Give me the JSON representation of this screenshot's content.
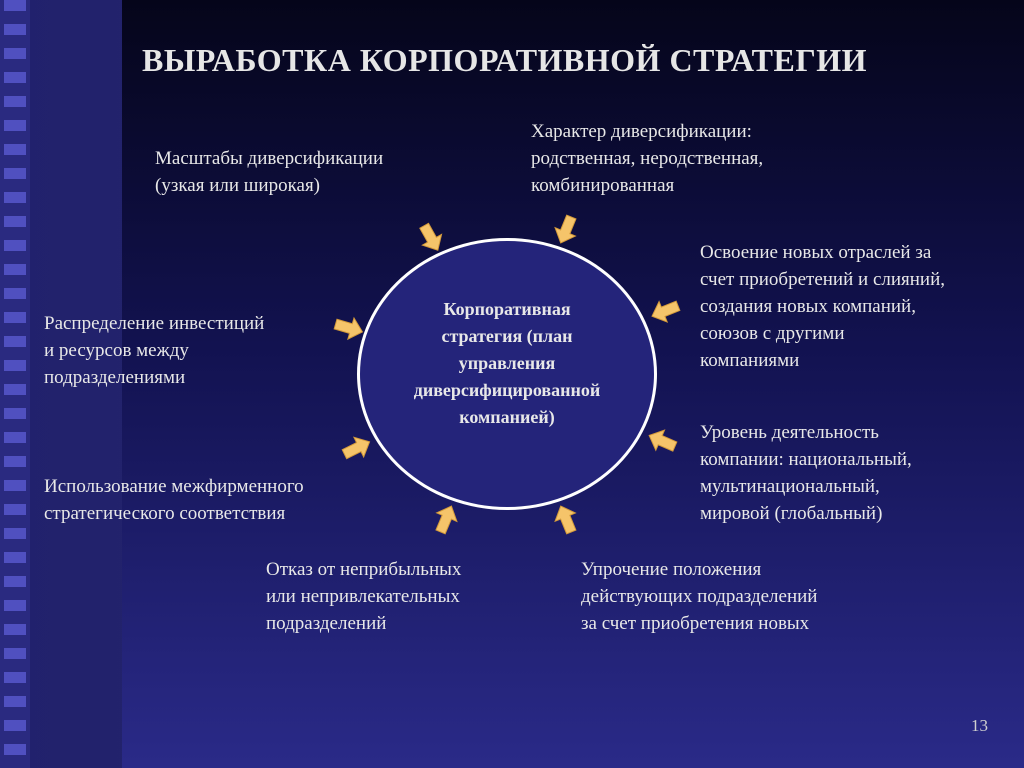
{
  "title": "ВЫРАБОТКА КОРПОРАТИВНОЙ СТРАТЕГИИ",
  "center": "Корпоративная\nстратегия (план\nуправления\nдиверсифицированной\nкомпанией)",
  "annotations": [
    "Масштабы диверсификации\n(узкая или широкая)",
    "Характер диверсификации:\nродственная, неродственная,\nкомбинированная",
    "Освоение новых отраслей за\nсчет приобретений и слияний,\nсоздания новых компаний,\nсоюзов с другими\nкомпаниями",
    "Распределение инвестиций\nи ресурсов между\nподразделениями",
    "Уровень деятельность\nкомпании: национальный,\nмультинациональный,\nмировой (глобальный)",
    "Использование межфирменного\nстратегического соответствия",
    "Отказ от неприбыльных\nили непривлекательных\nподразделений",
    "Упрочение положения\nдействующих подразделений\nза счет приобретения новых"
  ],
  "page_number": "13",
  "colors": {
    "arrow_fill": "#f5c46a",
    "arrow_stroke": "#d49a3a",
    "circle_fill": "#24247a",
    "circle_border": "#ffffff",
    "text": "#e8e8e8"
  }
}
